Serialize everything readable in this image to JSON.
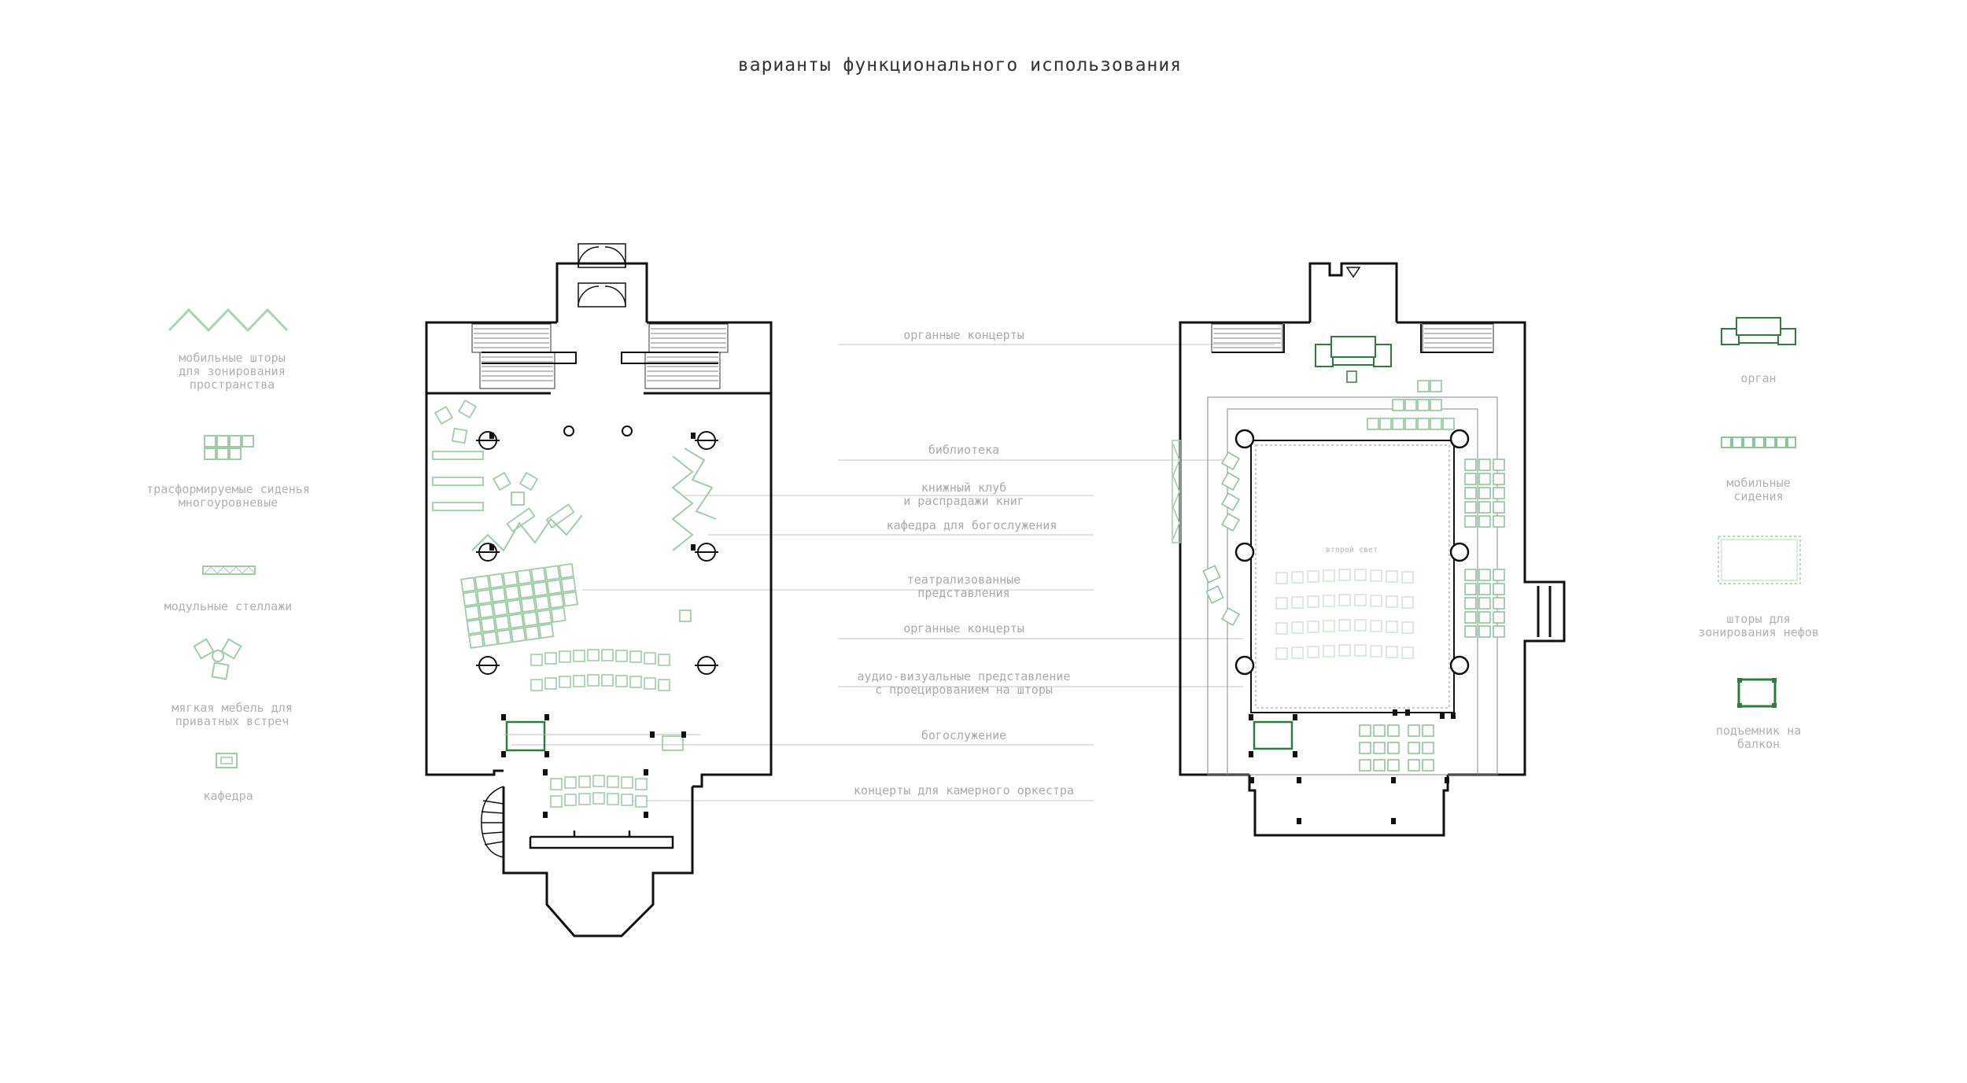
{
  "title": "варианты функционального использования",
  "legend_left": [
    {
      "id": "curtains",
      "label": "мобильные шторы\nдля зонирования\nпространства",
      "icon": "zigzag-curtain-icon"
    },
    {
      "id": "seats",
      "label": "трасформируемые сиденья\nмногоуровневые",
      "icon": "seat-grid-icon"
    },
    {
      "id": "shelves",
      "label": "модульные стеллажи",
      "icon": "shelf-icon"
    },
    {
      "id": "furniture",
      "label": "мягкая мебель для\nприватных встреч",
      "icon": "soft-furniture-icon"
    },
    {
      "id": "pulpit",
      "label": "кафедра",
      "icon": "pulpit-icon"
    }
  ],
  "legend_right": [
    {
      "id": "organ",
      "label": "орган",
      "icon": "organ-icon"
    },
    {
      "id": "mobile-seats",
      "label": "мобильные\nсидения",
      "icon": "mobile-seats-icon"
    },
    {
      "id": "nave-curtains",
      "label": "шторы для\nзонирования нефов",
      "icon": "nave-curtain-icon"
    },
    {
      "id": "lift",
      "label": "подъемник на\nбалкон",
      "icon": "lift-icon"
    }
  ],
  "center_labels": [
    {
      "id": "organ-concerts-top",
      "text": "органные концерты"
    },
    {
      "id": "library",
      "text": "библиотека"
    },
    {
      "id": "book-club",
      "text": "книжный клуб\nи распрадажи книг"
    },
    {
      "id": "worship-pulpit",
      "text": "кафедра для богослужения"
    },
    {
      "id": "theatre",
      "text": "театрализованные\nпредставления"
    },
    {
      "id": "organ-concerts",
      "text": "органные концерты"
    },
    {
      "id": "audio-visual",
      "text": "аудио-визуальные представление\nс проецированием на шторы"
    },
    {
      "id": "service",
      "text": "богослужение"
    },
    {
      "id": "chamber",
      "text": "концерты для камерного оркестра"
    }
  ],
  "plan_note": "второй свет",
  "colors": {
    "ink": "#111111",
    "accent": "#8fc49a",
    "accent_dark": "#2e7d3e",
    "leader": "#cfcfcf",
    "label": "#a9a9a9"
  }
}
